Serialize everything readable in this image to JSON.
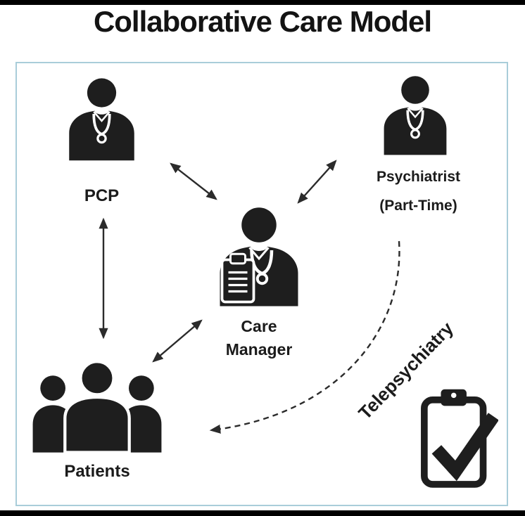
{
  "title": "Collaborative Care Model",
  "nodes": {
    "pcp": {
      "label": "PCP",
      "icon": "doctor-stethoscope-icon"
    },
    "psychiatrist": {
      "label": "Psychiatrist",
      "sublabel": "(Part-Time)",
      "icon": "doctor-stethoscope-icon"
    },
    "care_manager": {
      "line1": "Care",
      "line2": "Manager",
      "icon": "doctor-with-clipboard-icon"
    },
    "patients": {
      "label": "Patients",
      "icon": "people-group-icon"
    }
  },
  "annotations": {
    "telepsychiatry": "Telepsychiatry"
  },
  "decorations": {
    "bottom_right": "clipboard-checkmark-icon"
  },
  "connections": [
    {
      "from": "pcp",
      "to": "care_manager",
      "style": "solid-double-arrow"
    },
    {
      "from": "psychiatrist",
      "to": "care_manager",
      "style": "solid-double-arrow"
    },
    {
      "from": "pcp",
      "to": "patients",
      "style": "solid-double-arrow"
    },
    {
      "from": "patients",
      "to": "care_manager",
      "style": "solid-double-arrow"
    },
    {
      "from": "psychiatrist",
      "to": "patients",
      "style": "dashed-curved-arrow",
      "label": "Telepsychiatry"
    }
  ],
  "colors": {
    "icon_fill": "#1e1e1e",
    "box_border": "#a9cdd9",
    "arrow": "#2b2b2b",
    "title_text": "#131313",
    "background": "#ffffff",
    "edge_bars": "#000000"
  }
}
